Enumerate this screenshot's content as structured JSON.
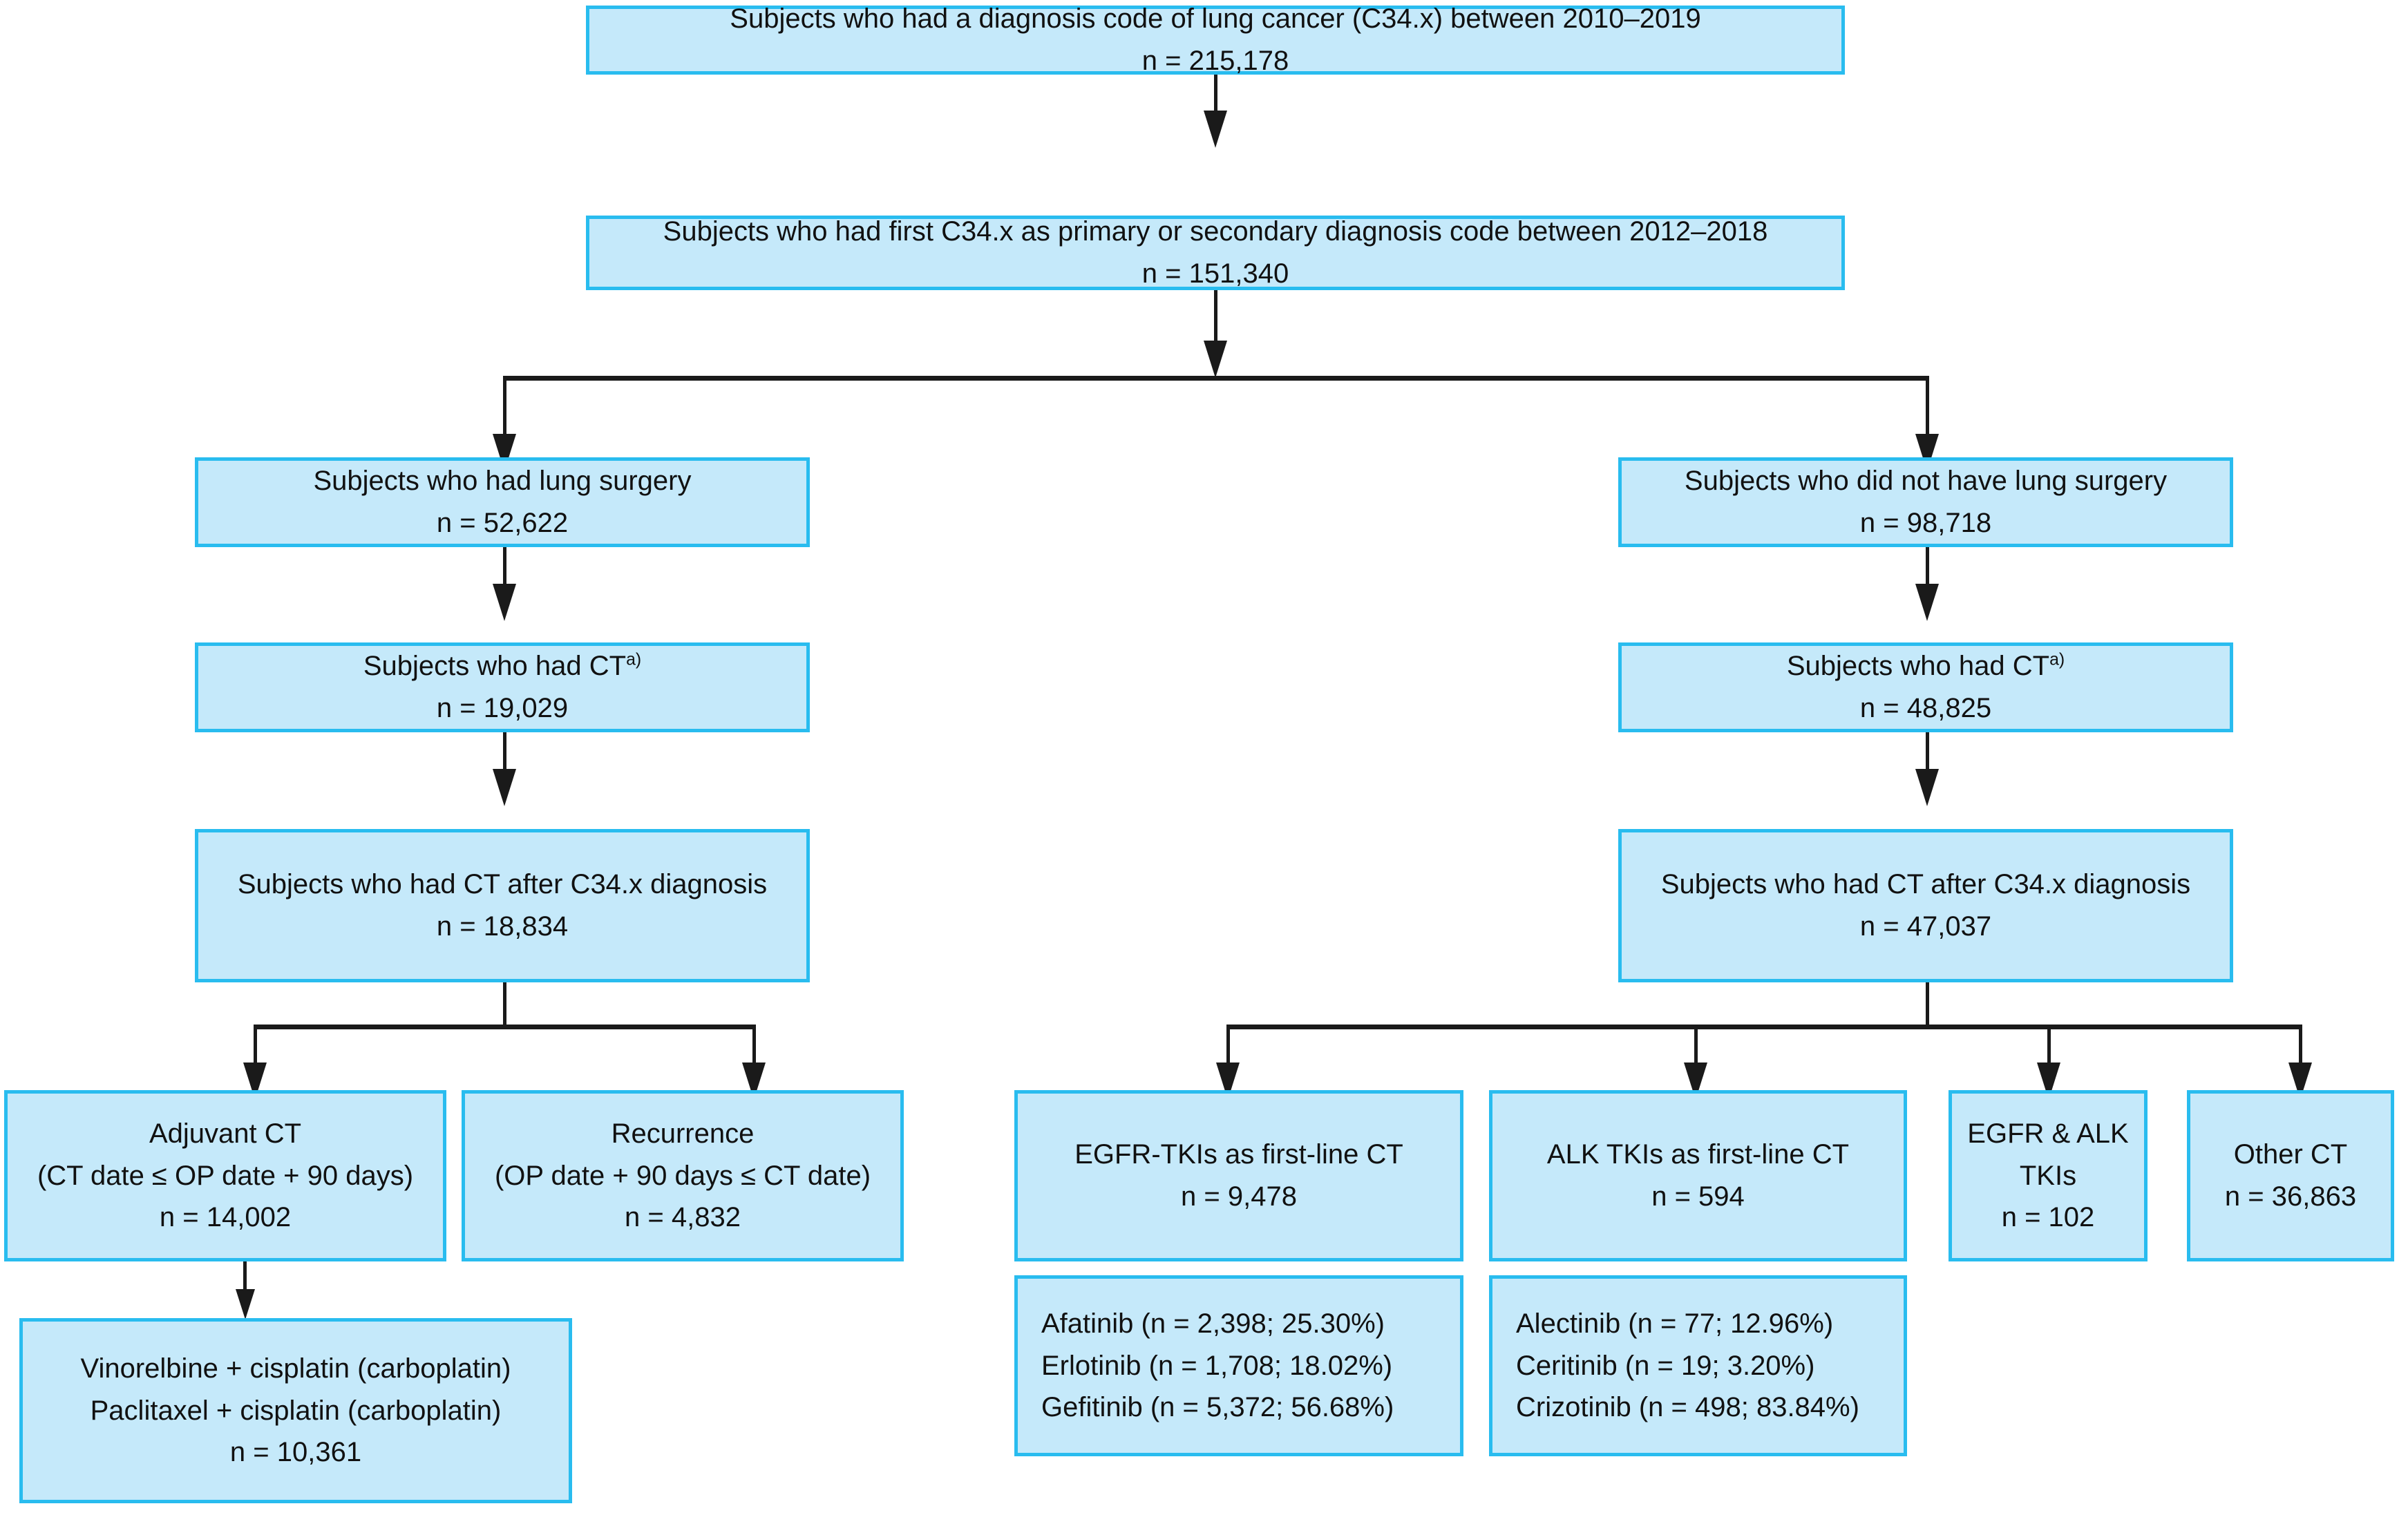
{
  "figure": {
    "type": "flowchart",
    "title": "Study population selection flow diagram",
    "colors": {
      "box_fill": "#c5e9fa",
      "box_border": "#29bcef",
      "connector": "#1a1a1a",
      "text": "#111111",
      "background": "#ffffff"
    }
  },
  "nodes": {
    "total_cohort": {
      "line1": "Subjects who had a diagnosis code of lung cancer (C34.x) between 2010–2019",
      "line2": "n = 215,178"
    },
    "first_diagnosis": {
      "line1": "Subjects who had first C34.x as primary or secondary diagnosis code between 2012–2018",
      "line2": "n = 151,340"
    },
    "surgery_yes": {
      "line1": "Subjects who had lung surgery",
      "line2": "n = 52,622"
    },
    "surgery_no": {
      "line1": "Subjects who did not have lung surgery",
      "line2": "n = 98,718"
    },
    "ct_yes_surgery": {
      "line1_text": "Subjects who had CT",
      "line1_sup": "a)",
      "line2": "n = 19,029"
    },
    "ct_yes_nosurgery": {
      "line1_text": "Subjects who had CT",
      "line1_sup": "a)",
      "line2": "n = 48,825"
    },
    "ct_after_dx_surgery": {
      "line1": "Subjects who had CT after C34.x diagnosis",
      "line2": "n = 18,834"
    },
    "ct_after_dx_nosurgery": {
      "line1": "Subjects who had CT after C34.x diagnosis",
      "line2": "n = 47,037"
    },
    "adjuvant_ct": {
      "line1": "Adjuvant CT",
      "line2": "(CT date ≤ OP date + 90 days)",
      "line3": "n = 14,002"
    },
    "recurrence": {
      "line1": "Recurrence",
      "line2": "(OP date + 90 days ≤ CT date)",
      "line3": "n = 4,832"
    },
    "regimen": {
      "line1": "Vinorelbine + cisplatin (carboplatin)",
      "line2": "Paclitaxel + cisplatin (carboplatin)",
      "line3": "n = 10,361"
    },
    "egfr_tki": {
      "line1": "EGFR-TKIs as first-line CT",
      "line2": "n = 9,478"
    },
    "alk_tki": {
      "line1": "ALK TKIs as first-line CT",
      "line2": "n = 594"
    },
    "egfr_alk_tki": {
      "line1": "EGFR & ALK",
      "line2": "TKIs",
      "line3": "n = 102"
    },
    "other_ct": {
      "line1": "Other CT",
      "line2": "n = 36,863"
    },
    "egfr_drugs": {
      "line1": "Afatinib (n = 2,398; 25.30%)",
      "line2": "Erlotinib (n = 1,708; 18.02%)",
      "line3": "Gefitinib (n = 5,372; 56.68%)"
    },
    "alk_drugs": {
      "line1": "Alectinib (n = 77; 12.96%)",
      "line2": "Ceritinib (n = 19; 3.20%)",
      "line3": "Crizotinib (n = 498; 83.84%)"
    }
  },
  "chart_data": {
    "type": "diagram",
    "title": "Lung cancer chemotherapy cohort selection flowchart",
    "levels": [
      {
        "level": 0,
        "items": [
          {
            "label": "Subjects who had a diagnosis code of lung cancer (C34.x) between 2010-2019",
            "n": 215178
          }
        ]
      },
      {
        "level": 1,
        "items": [
          {
            "label": "Subjects who had first C34.x as primary or secondary diagnosis code between 2012-2018",
            "n": 151340
          }
        ]
      },
      {
        "level": 2,
        "items": [
          {
            "label": "Subjects who had lung surgery",
            "n": 52622
          },
          {
            "label": "Subjects who did not have lung surgery",
            "n": 98718
          }
        ]
      },
      {
        "level": 3,
        "items": [
          {
            "label": "Subjects who had CT (surgery arm)",
            "n": 19029
          },
          {
            "label": "Subjects who had CT (no-surgery arm)",
            "n": 48825
          }
        ]
      },
      {
        "level": 4,
        "items": [
          {
            "label": "Subjects who had CT after C34.x diagnosis (surgery arm)",
            "n": 18834
          },
          {
            "label": "Subjects who had CT after C34.x diagnosis (no-surgery arm)",
            "n": 47037
          }
        ]
      },
      {
        "level": 5,
        "items": [
          {
            "label": "Adjuvant CT (CT date <= OP date + 90 days)",
            "n": 14002
          },
          {
            "label": "Recurrence (OP date + 90 days <= CT date)",
            "n": 4832
          },
          {
            "label": "EGFR-TKIs as first-line CT",
            "n": 9478
          },
          {
            "label": "ALK TKIs as first-line CT",
            "n": 594
          },
          {
            "label": "EGFR & ALK TKIs",
            "n": 102
          },
          {
            "label": "Other CT",
            "n": 36863
          }
        ]
      },
      {
        "level": 6,
        "items": [
          {
            "label": "Vinorelbine + cisplatin (carboplatin) / Paclitaxel + cisplatin (carboplatin)",
            "n": 10361
          },
          {
            "label": "Afatinib",
            "n": 2398,
            "pct": 25.3
          },
          {
            "label": "Erlotinib",
            "n": 1708,
            "pct": 18.02
          },
          {
            "label": "Gefitinib",
            "n": 5372,
            "pct": 56.68
          },
          {
            "label": "Alectinib",
            "n": 77,
            "pct": 12.96
          },
          {
            "label": "Ceritinib",
            "n": 19,
            "pct": 3.2
          },
          {
            "label": "Crizotinib",
            "n": 498,
            "pct": 83.84
          }
        ]
      }
    ]
  }
}
